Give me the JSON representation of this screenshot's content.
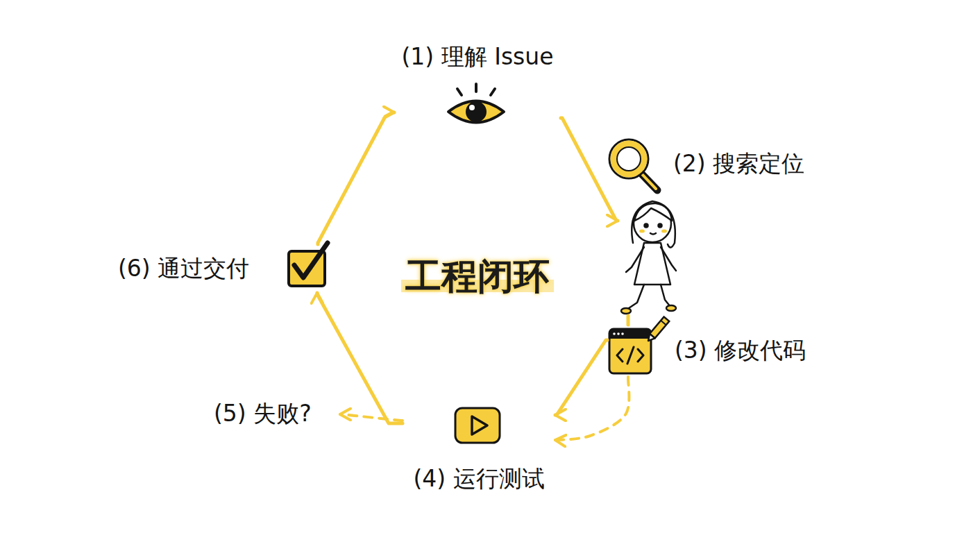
{
  "diagram": {
    "title": "工程闭环",
    "nodes": [
      {
        "text": [
          "(1) 理解 Issue"
        ]
      },
      {
        "text": [
          "(2) 搜索定位"
        ]
      },
      {
        "text": [
          "(3) 修改代码"
        ]
      },
      {
        "text": [
          "(4) 运行测试"
        ]
      },
      {
        "text": [
          "(5) 失败?"
        ]
      },
      {
        "text": [
          "(6) 通过交付"
        ]
      }
    ],
    "edges": [
      {
        "from": 0,
        "to": 1,
        "arrow": "to"
      },
      {
        "from": 1,
        "to": 2,
        "arrow": "none"
      },
      {
        "from": 2,
        "to": 3,
        "arrow": "to"
      },
      {
        "from": 2,
        "to": 3,
        "arrow": "to"
      },
      {
        "from": 3,
        "to": 4,
        "arrow": "to"
      },
      {
        "from": 3,
        "to": 5,
        "arrow": "to"
      },
      {
        "from": 5,
        "to": 0,
        "arrow": "to"
      }
    ]
  }
}
